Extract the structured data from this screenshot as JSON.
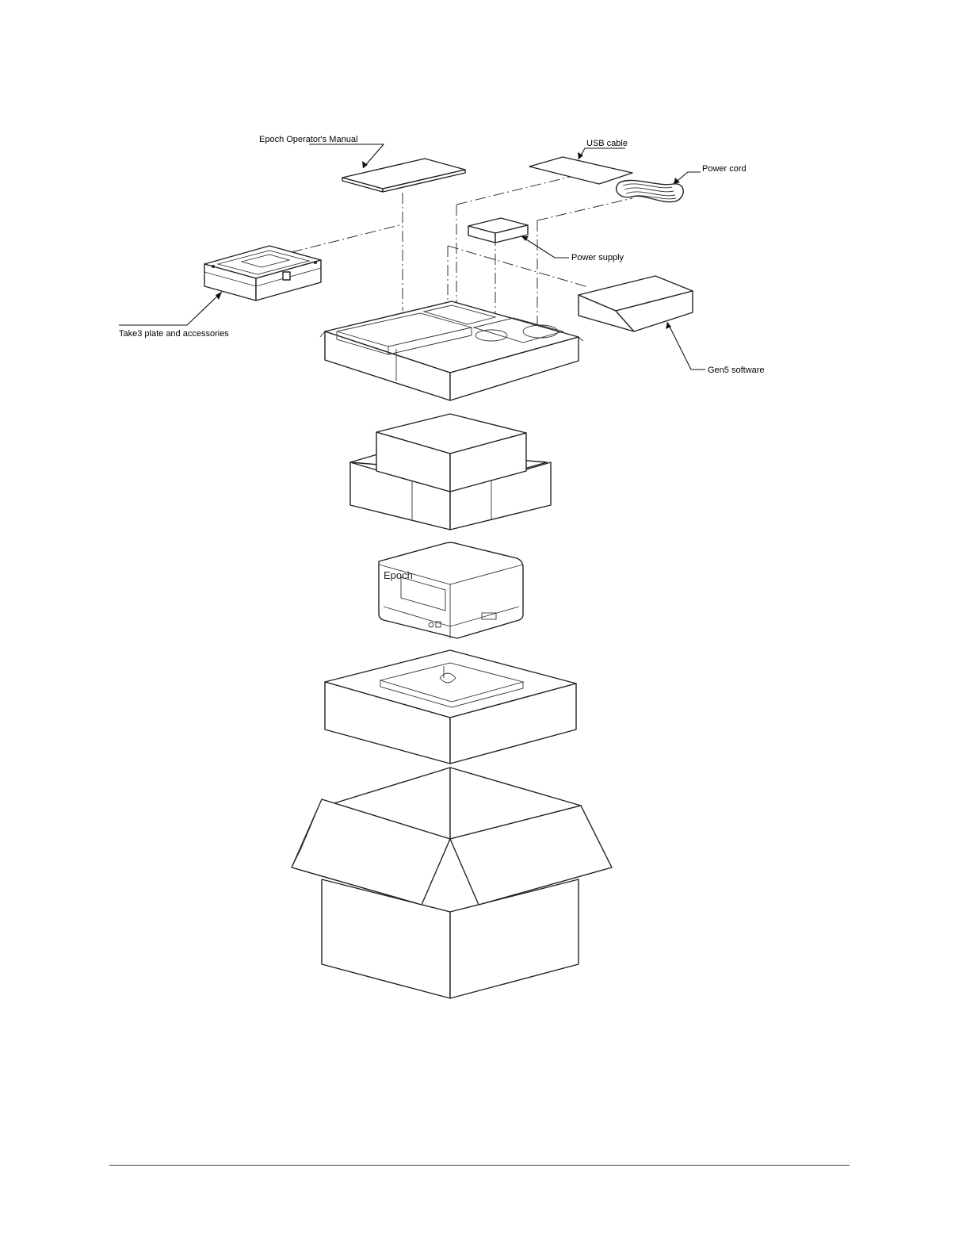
{
  "labels": {
    "manual": "Epoch Operator's Manual",
    "usb_cable": "USB cable",
    "power_cord": "Power cord",
    "power_supply": "Power supply",
    "take3": "Take3 plate and accessories",
    "gen5": "Gen5 software"
  },
  "device_brand": "Epoch"
}
